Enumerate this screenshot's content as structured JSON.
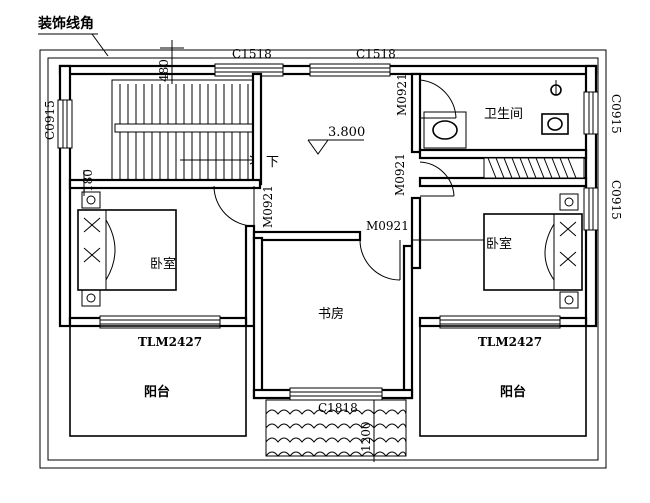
{
  "plan": {
    "callout": "装饰线角",
    "level": "3.800",
    "stair_down": "下",
    "windows": {
      "top_left": "C1518",
      "top_right": "C1518",
      "left": "C0915",
      "right_upper": "C0915",
      "right_lower": "C0915",
      "bottom": "C1818"
    },
    "doors": {
      "bath": "M0921",
      "hall_right": "M0921",
      "bed_left": "M0921",
      "study": "M0921"
    },
    "balcony_doors": {
      "left": "TLM2427",
      "right": "TLM2427"
    },
    "dimensions": {
      "top": "480",
      "stair_side": "180",
      "bottom": "1200"
    },
    "rooms": {
      "bathroom": "卫生间",
      "bedroom_left": "卧室",
      "bedroom_right": "卧室",
      "study": "书房",
      "balcony_left": "阳台",
      "balcony_right": "阳台"
    }
  }
}
